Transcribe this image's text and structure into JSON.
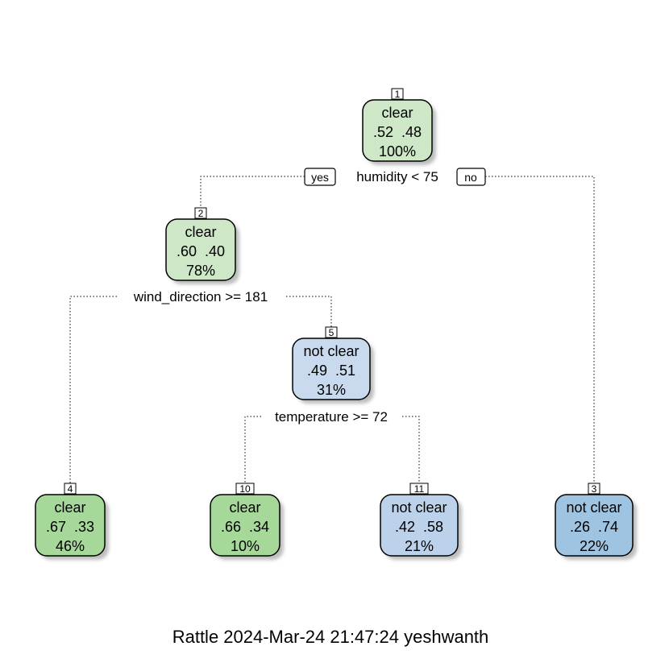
{
  "colors": {
    "clear_light": "#cde7c7",
    "clear_mid": "#b7deae",
    "clear_dark": "#a6d89a",
    "notclear_light": "#c9daee",
    "notclear_mid": "#bcd2ea",
    "notclear_dark": "#9fc4e2",
    "border": "#000000",
    "shadow": "#bdbdbd"
  },
  "nodes": [
    {
      "id": "1",
      "class": "clear",
      "probs": ".52  .48",
      "pct": "100%",
      "color": "clear_light"
    },
    {
      "id": "2",
      "class": "clear",
      "probs": ".60  .40",
      "pct": "78%",
      "color": "clear_light"
    },
    {
      "id": "5",
      "class": "not clear",
      "probs": ".49  .51",
      "pct": "31%",
      "color": "notclear_light"
    },
    {
      "id": "4",
      "class": "clear",
      "probs": ".67  .33",
      "pct": "46%",
      "color": "clear_dark"
    },
    {
      "id": "10",
      "class": "clear",
      "probs": ".66  .34",
      "pct": "10%",
      "color": "clear_dark"
    },
    {
      "id": "11",
      "class": "not clear",
      "probs": ".42  .58",
      "pct": "21%",
      "color": "notclear_mid"
    },
    {
      "id": "3",
      "class": "not clear",
      "probs": ".26  .74",
      "pct": "22%",
      "color": "notclear_dark"
    }
  ],
  "splits": [
    {
      "parent": "1",
      "label": "humidity < 75",
      "yes_label": "yes",
      "no_label": "no"
    },
    {
      "parent": "2",
      "label": "wind_direction >= 181"
    },
    {
      "parent": "5",
      "label": "temperature >= 72"
    }
  ],
  "caption": "Rattle 2024-Mar-24 21:47:24 yeshwanth"
}
